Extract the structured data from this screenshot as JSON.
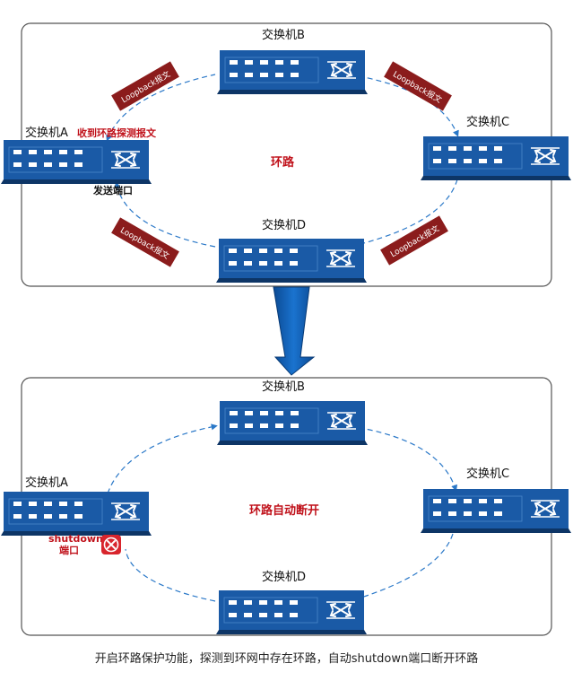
{
  "top_panel": {
    "switches": {
      "A": "交换机A",
      "B": "交换机B",
      "C": "交换机C",
      "D": "交换机D"
    },
    "center_label": "环路",
    "received_label": "收到环路探测报文",
    "send_port_label": "发送端口",
    "packet_label": "Loopback报文"
  },
  "bottom_panel": {
    "switches": {
      "A": "交换机A",
      "B": "交换机B",
      "C": "交换机C",
      "D": "交换机D"
    },
    "center_label": "环路自动断开",
    "shutdown_label_line1": "shutdown",
    "shutdown_label_line2": "端口"
  },
  "caption": "开启环路保护功能，探测到环网中存在环路，自动shutdown端口断开环路",
  "colors": {
    "switch_body": "#1a5aa6",
    "switch_shadow": "#0d3566",
    "loop_dash": "#2a78c8",
    "packet_fill": "#8b1c1c",
    "label_red": "#c0121b",
    "arrow_fill": "#1163bb",
    "shutdown_icon": "#d8252d"
  },
  "icons": [
    "switch-icon",
    "crossed-arrows-icon",
    "loopback-packet-icon",
    "down-arrow-icon",
    "shutdown-x-icon"
  ]
}
